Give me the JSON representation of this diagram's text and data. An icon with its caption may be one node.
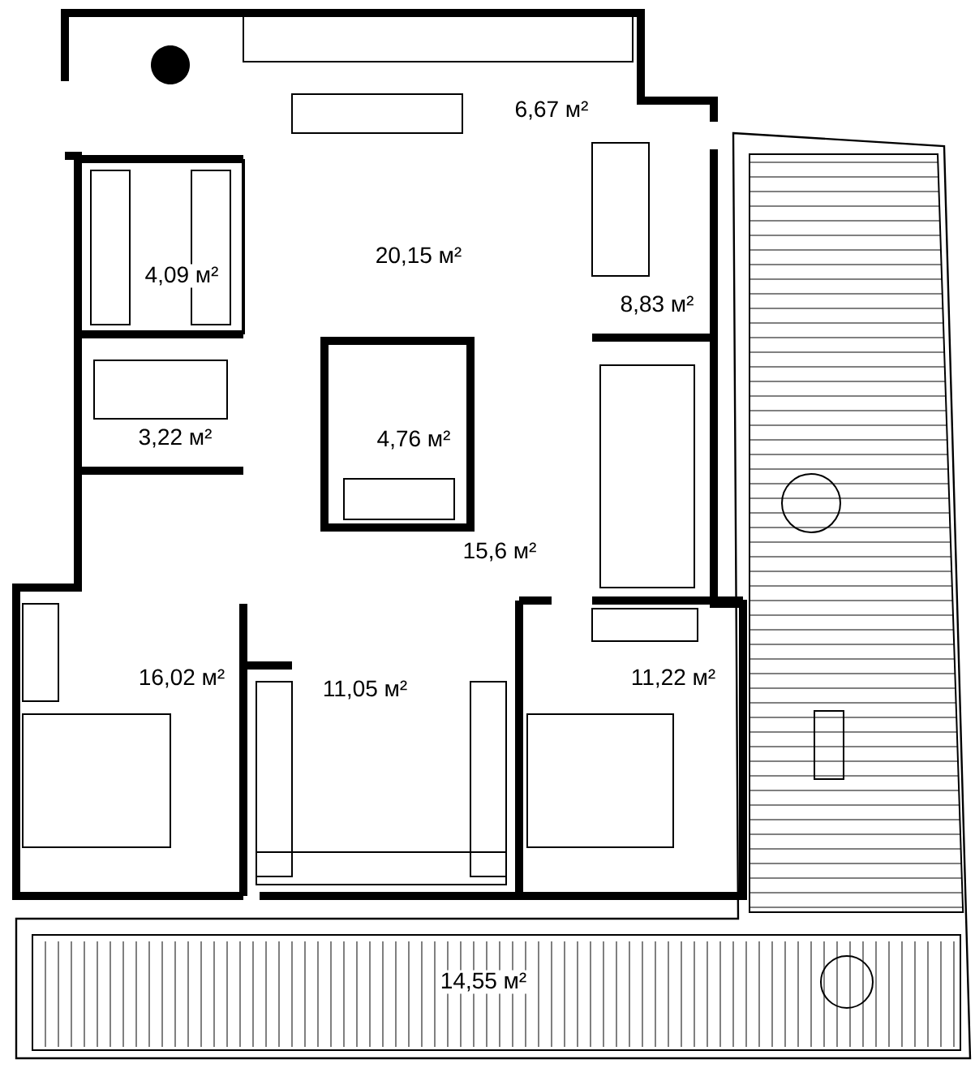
{
  "diagram": {
    "labels": [
      "6,67 м²",
      "20,15 м²",
      "8,83 м²",
      "4,09 м²",
      "3,22 м²",
      "4,76 м²",
      "15,6 м²",
      "16,02 м²",
      "11,05 м²",
      "11,22 м²",
      "14,55 м²"
    ]
  }
}
